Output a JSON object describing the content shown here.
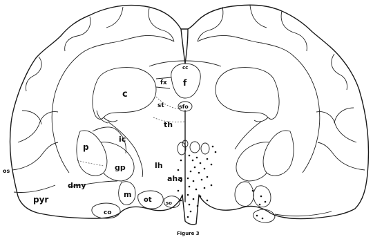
{
  "figure": {
    "caption": "Figure 3",
    "labels": {
      "cc": "cc",
      "fx": "fx",
      "f": "f",
      "c": "c",
      "st": "st",
      "sfo": "sfo",
      "th": "th",
      "ic": "ic",
      "p": "p",
      "gp": "gp",
      "lh": "lh",
      "aha": "aha",
      "os": "os",
      "dmy": "dmy",
      "pyr": "pyr",
      "m": "m",
      "ot": "ot",
      "so": "so",
      "co": "co"
    }
  }
}
